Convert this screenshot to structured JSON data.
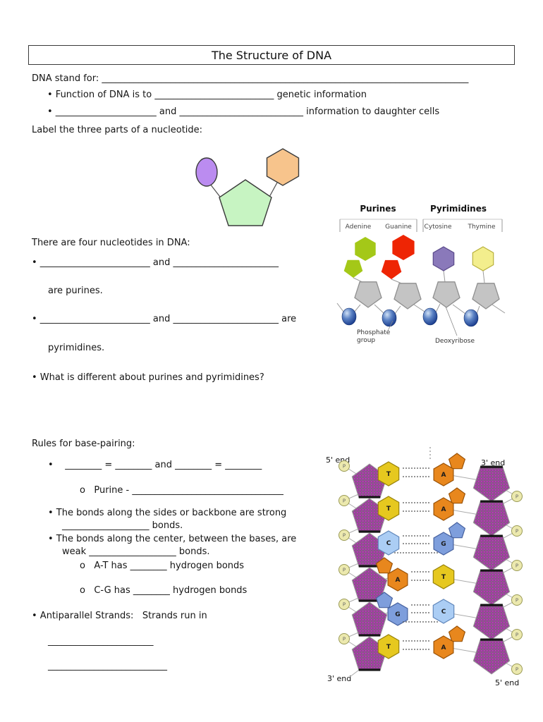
{
  "title": "The Structure of DNA",
  "text": {
    "dna_stand": "DNA stand for: ________________________________________________________________________________",
    "function_line": "• Function of DNA is to __________________________ genetic information",
    "store_pass_line": "• ______________________ and ___________________________ information to daughter cells",
    "label_prompt": "Label the three parts of a nucleotide:",
    "four_nucleotides": "There are four nucleotides in DNA:",
    "purine_pair": "• ________________________ and _______________________",
    "are_purines": "are purines.",
    "pyrimidine_pair": "• ________________________ and _______________________ are",
    "pyrimidines_word": "pyrimidines.",
    "different_question": "• What is different about purines and pyrimidines?",
    "rules_heading": "Rules for base-pairing:",
    "pairing_equation": "•    ________ = ________ and ________ = ________",
    "purine_sub": "o   Purine - _________________________________",
    "strong_bonds_1": "• The bonds along the sides or backbone are strong",
    "strong_bonds_2": "___________________ bonds.",
    "weak_bonds_1": "• The bonds along the center, between the bases, are",
    "weak_bonds_2": "weak ___________________ bonds.",
    "at_sub": "o   A-T has ________ hydrogen bonds",
    "cg_sub": "o   C-G has ________ hydrogen bonds",
    "antiparallel": "• Antiparallel Strands:   Strands run in",
    "anti_blank_1": "_______________________",
    "anti_blank_2": "__________________________"
  },
  "nucleotide_figure": {
    "colors": {
      "phosphate": "#bb8cf0",
      "sugar": "#c7f4c2",
      "base": "#f7c48c"
    }
  },
  "purines_figure": {
    "purines_label": "Purines",
    "pyrimidines_label": "Pyrimidines",
    "base_labels": [
      "Adenine",
      "Guanine",
      "Cytosine",
      "Thymine"
    ],
    "phosphate_label_line1": "Phosphate",
    "phosphate_label_line2": "group",
    "deoxyribose_label": "Deoxyribose",
    "colors": {
      "adenine": "#a4c818",
      "adenine_stroke": "#6f8a06",
      "guanine": "#ee2504",
      "guanine_stroke": "#9c1400",
      "cytosine": "#8a79ba",
      "cytosine_stroke": "#5a4a8a",
      "thymine": "#f3ee8d",
      "thymine_stroke": "#b9b13e",
      "sugar": "#c4c4c4",
      "sugar_stroke": "#8f8f8f"
    }
  },
  "ladder": {
    "labels": {
      "top_left": "5' end",
      "top_right": "3' end",
      "bottom_left": "3' end",
      "bottom_right": "5' end"
    },
    "rows": [
      {
        "left": "T",
        "right": "A"
      },
      {
        "left": "T",
        "right": "A"
      },
      {
        "left": "C",
        "right": "G"
      },
      {
        "left": "A",
        "right": "T"
      },
      {
        "left": "G",
        "right": "C"
      },
      {
        "left": "T",
        "right": "A"
      }
    ],
    "purine_bases": [
      "A",
      "G"
    ],
    "phosphate_letter": "P",
    "base_colors": {
      "T": {
        "fill": "#e6c81f",
        "stroke": "#97820a"
      },
      "A": {
        "fill": "#e8871d",
        "stroke": "#9a5207"
      },
      "C": {
        "fill": "#abcdf4",
        "stroke": "#6187bb"
      },
      "G": {
        "fill": "#7e9edc",
        "stroke": "#46619f"
      }
    },
    "sugar_color": "#9a3d9a"
  }
}
